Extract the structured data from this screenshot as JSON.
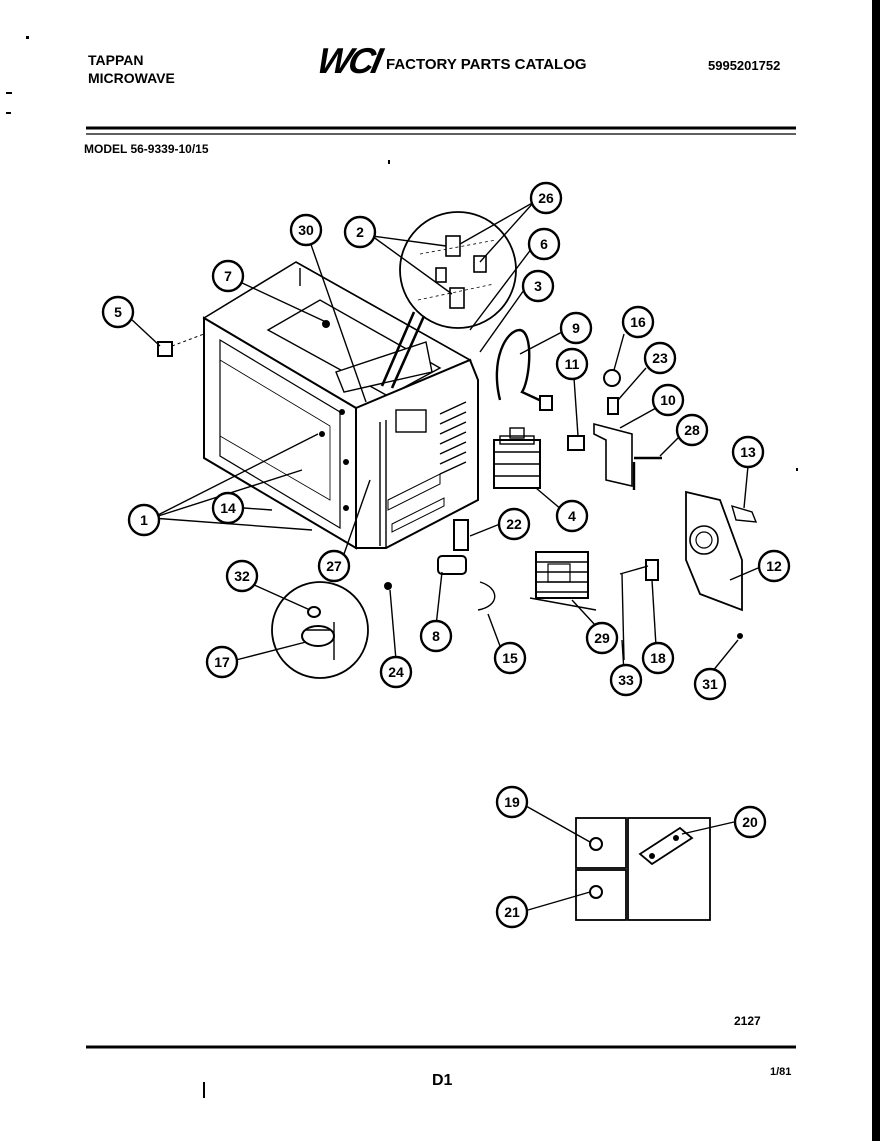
{
  "header": {
    "brand_line1": "TAPPAN",
    "brand_line2": "MICROWAVE",
    "logo": "WCI",
    "catalog_title": "FACTORY PARTS CATALOG",
    "doc_number": "5995201752",
    "model": "MODEL 56-9339-10/15"
  },
  "callouts": [
    "1",
    "2",
    "3",
    "4",
    "5",
    "6",
    "7",
    "8",
    "9",
    "10",
    "11",
    "12",
    "13",
    "14",
    "15",
    "16",
    "17",
    "18",
    "19",
    "20",
    "21",
    "22",
    "23",
    "24",
    "26",
    "27",
    "28",
    "29",
    "30",
    "31",
    "32",
    "33"
  ],
  "footer": {
    "figure_code": "2127",
    "page_id": "D1",
    "date": "1/81"
  }
}
